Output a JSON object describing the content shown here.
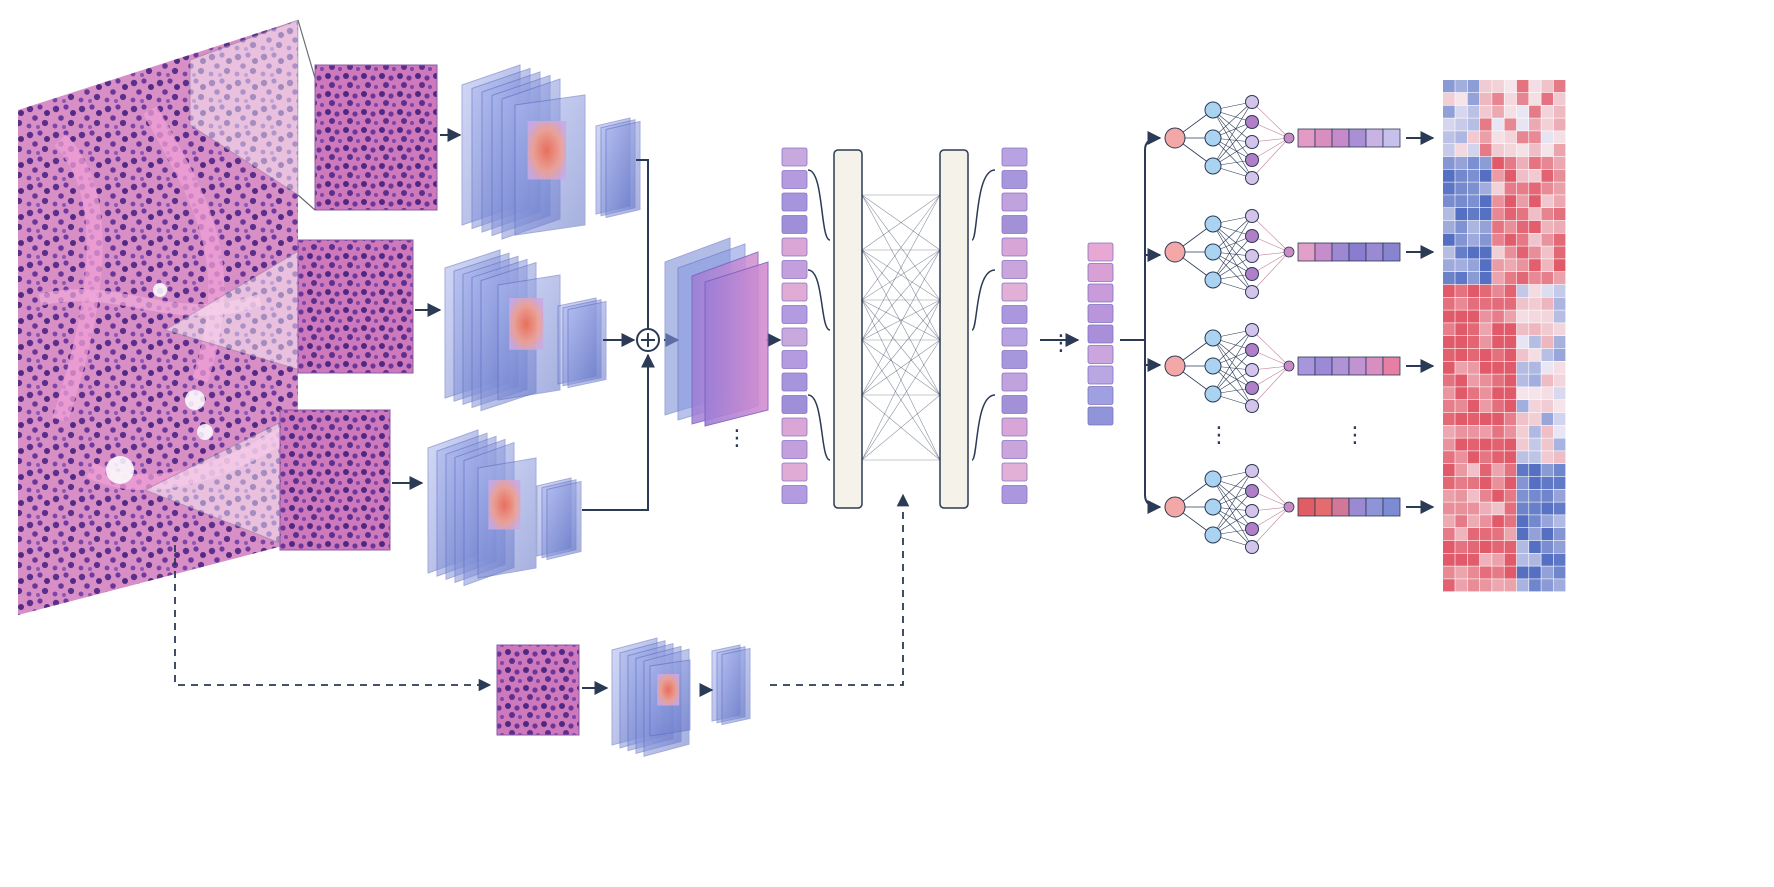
{
  "diagram": {
    "title": "",
    "ellipsis": "⋮",
    "colors": {
      "arrow": "#2b3a55",
      "tissue_bg": "#d88ac4",
      "nuclei": "#5a2d8a",
      "cnn_block": "#7d8fd6",
      "activation": "#f07a63",
      "token_purple": "#a98fd4",
      "token_pink": "#e6a6d2",
      "panel": "#f6f3ea",
      "heat_red": "#e0636a",
      "heat_blue": "#5b6fc6",
      "node_pink": "#f3a7a7",
      "node_blue": "#a9d3f0",
      "node_lilac": "#cdbde8"
    },
    "branches": [
      "patch-branch-1",
      "patch-branch-2",
      "patch-branch-3",
      "global-branch"
    ],
    "mlp_heads": 4,
    "icons": [
      "concat-plus-icon"
    ]
  }
}
